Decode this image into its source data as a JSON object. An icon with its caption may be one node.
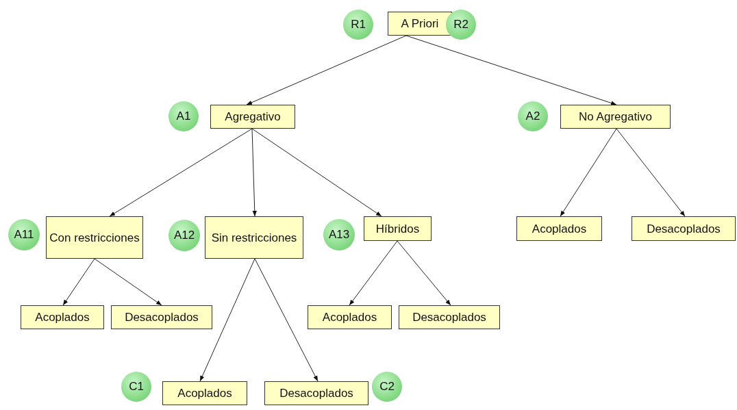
{
  "diagram": {
    "nodes": [
      {
        "text": [
          "R1"
        ]
      },
      {
        "text": [
          "A Priori"
        ]
      },
      {
        "text": [
          "R2"
        ]
      },
      {
        "text": [
          "A1"
        ]
      },
      {
        "text": [
          "Agregativo"
        ]
      },
      {
        "text": [
          "A2"
        ]
      },
      {
        "text": [
          "No Agregativo"
        ]
      },
      {
        "text": [
          "A11"
        ]
      },
      {
        "text": [
          "Con restricciones"
        ]
      },
      {
        "text": [
          "A12"
        ]
      },
      {
        "text": [
          "Sin restricciones"
        ]
      },
      {
        "text": [
          "A13"
        ]
      },
      {
        "text": [
          "Híbridos"
        ]
      },
      {
        "text": [
          "Acoplados"
        ]
      },
      {
        "text": [
          "Desacoplados"
        ]
      },
      {
        "text": [
          "Acoplados"
        ]
      },
      {
        "text": [
          "Desacoplados"
        ]
      },
      {
        "text": [
          "Acoplados"
        ]
      },
      {
        "text": [
          "Desacoplados"
        ]
      },
      {
        "text": [
          "C1"
        ]
      },
      {
        "text": [
          "Acoplados"
        ]
      },
      {
        "text": [
          "Desacoplados"
        ]
      },
      {
        "text": [
          "C2"
        ]
      }
    ],
    "edges": [
      {
        "from": 1,
        "to": 4,
        "arrow": "to"
      },
      {
        "from": 1,
        "to": 6,
        "arrow": "to"
      },
      {
        "from": 4,
        "to": 8,
        "arrow": "to"
      },
      {
        "from": 4,
        "to": 10,
        "arrow": "to"
      },
      {
        "from": 4,
        "to": 12,
        "arrow": "to"
      },
      {
        "from": 6,
        "to": 13,
        "arrow": "to"
      },
      {
        "from": 6,
        "to": 14,
        "arrow": "to"
      },
      {
        "from": 8,
        "to": 15,
        "arrow": "to"
      },
      {
        "from": 8,
        "to": 16,
        "arrow": "to"
      },
      {
        "from": 10,
        "to": 20,
        "arrow": "to"
      },
      {
        "from": 10,
        "to": 21,
        "arrow": "to"
      },
      {
        "from": 12,
        "to": 17,
        "arrow": "to"
      },
      {
        "from": 12,
        "to": 18,
        "arrow": "to"
      }
    ]
  }
}
